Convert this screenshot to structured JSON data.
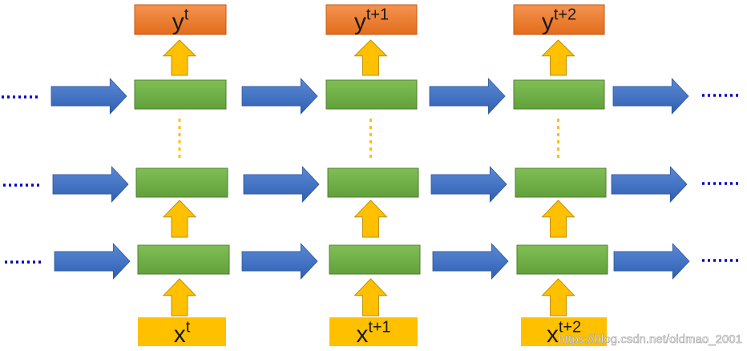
{
  "diagram": {
    "outputs": [
      {
        "base": "y",
        "sup": "t"
      },
      {
        "base": "y",
        "sup": "t+1"
      },
      {
        "base": "y",
        "sup": "t+2"
      }
    ],
    "inputs": [
      {
        "base": "x",
        "sup": "t"
      },
      {
        "base": "x",
        "sup": "t+1"
      },
      {
        "base": "x",
        "sup": "t+2"
      }
    ],
    "hidden_layers": 3,
    "continuation_marker": "……",
    "watermark": "https://blog.csdn.net/oldmao_2001",
    "colors": {
      "output_fill": "#ED7D31",
      "output_stroke": "#C55A11",
      "input_fill": "#FFC000",
      "cell_fill": "#70AD47",
      "cell_stroke": "#507E32",
      "arrow_right": "#4472C4",
      "arrow_up": "#FFC000",
      "arrow_up_stroke": "#BF9000",
      "ellipsis_dots": "#0000CC",
      "vertical_dots": "#FFC000"
    }
  }
}
